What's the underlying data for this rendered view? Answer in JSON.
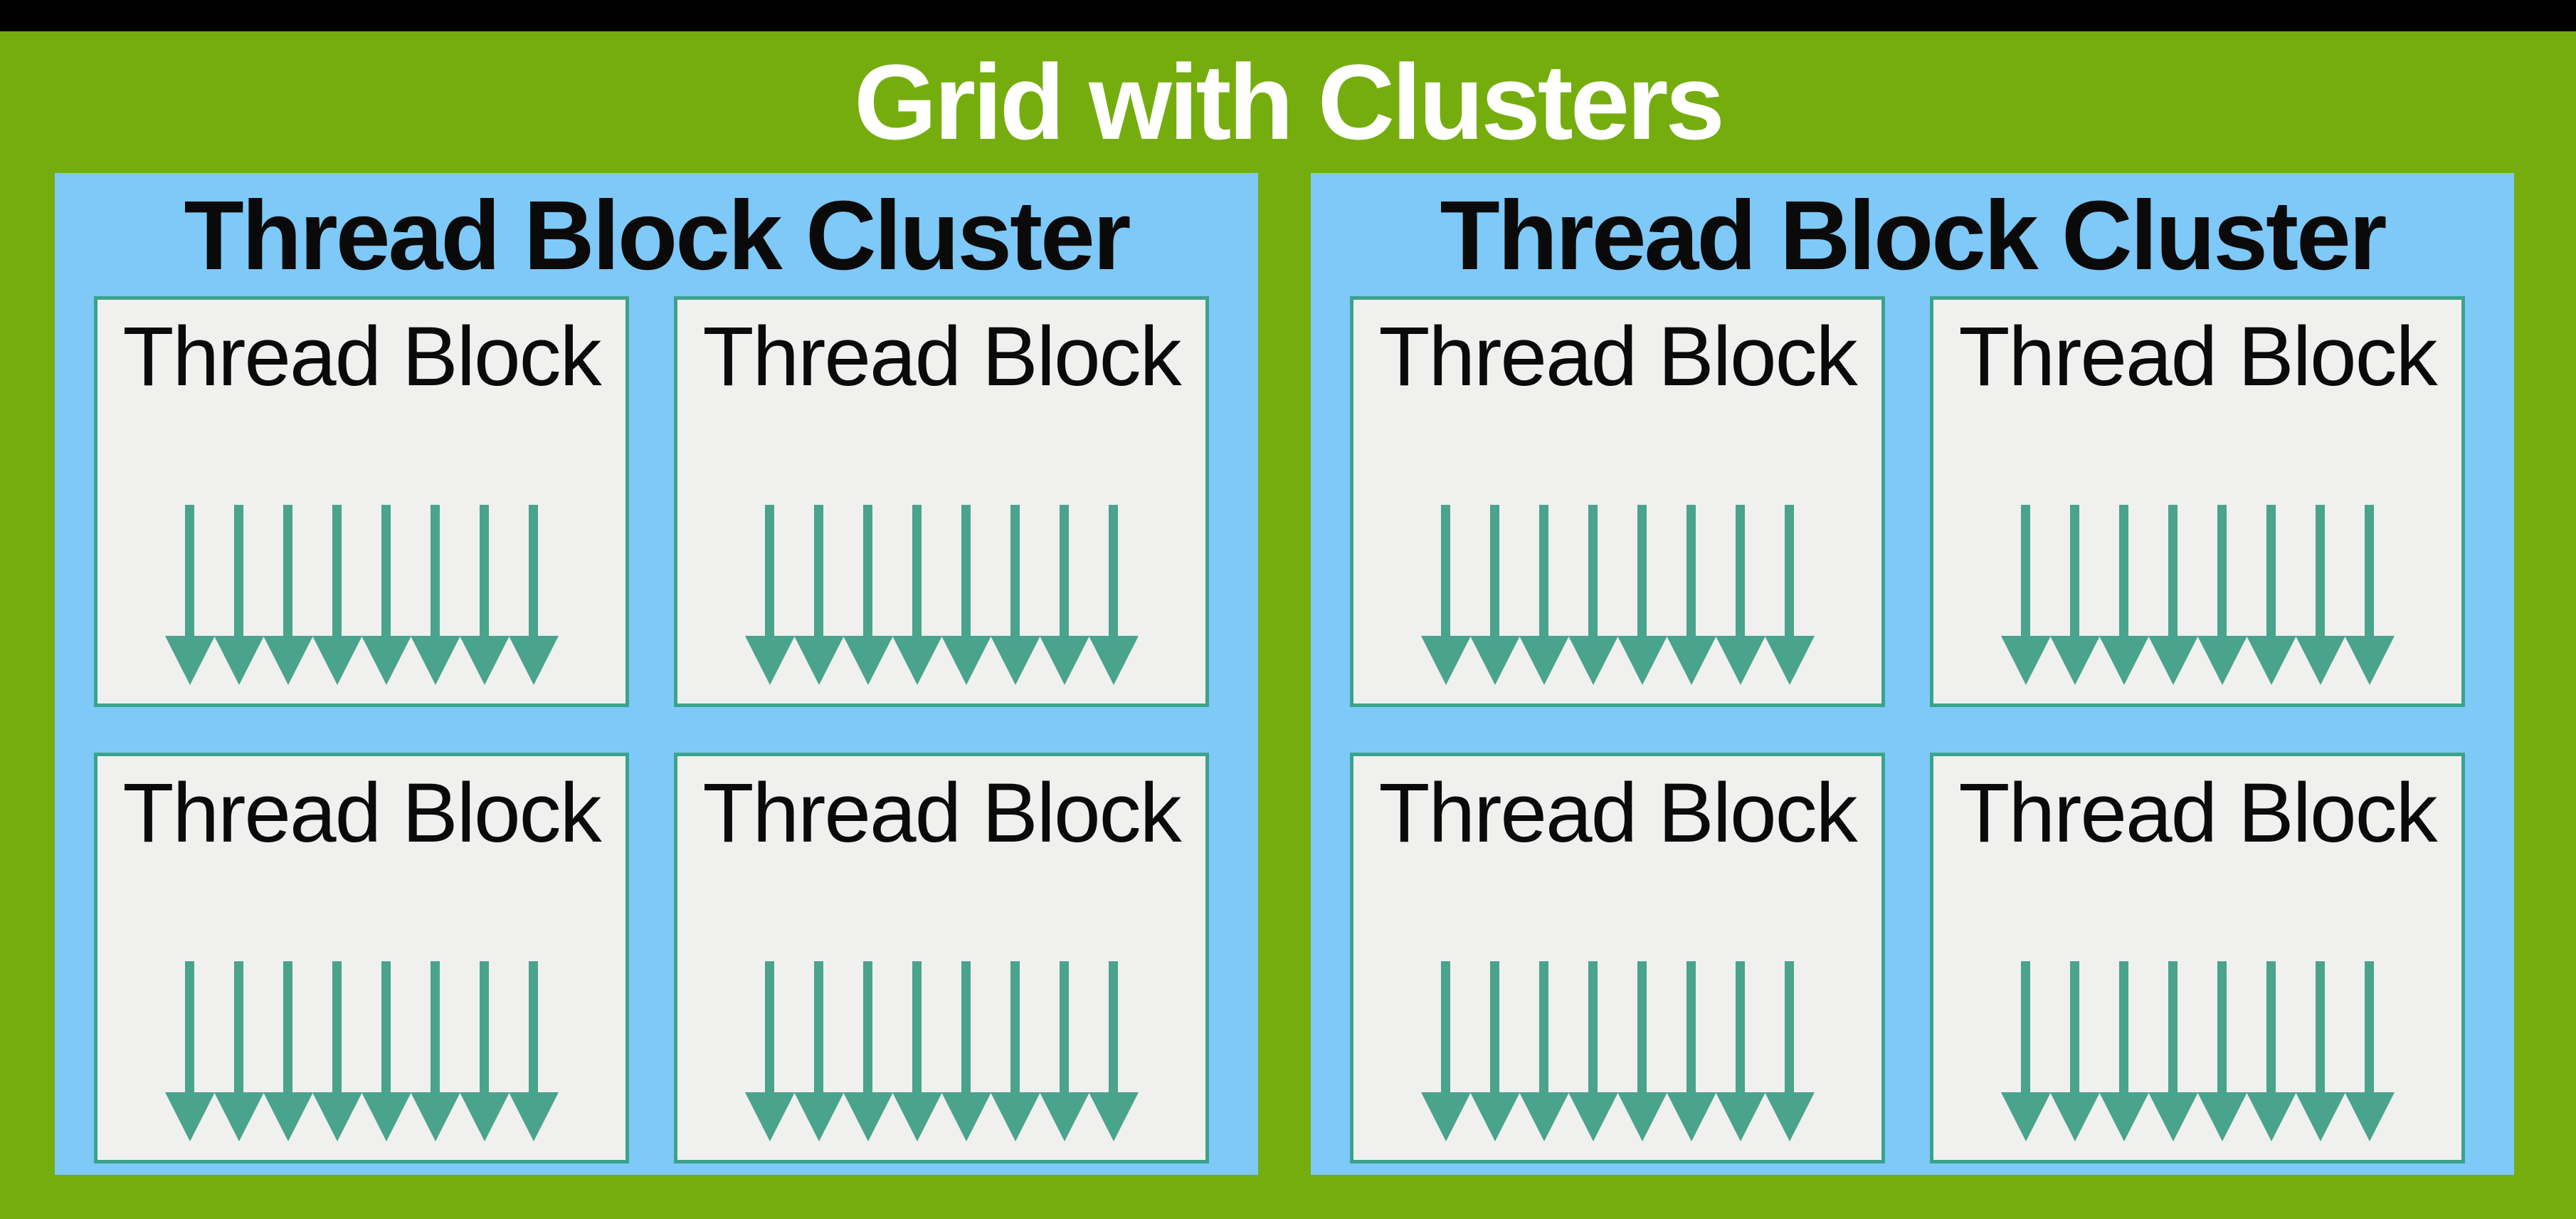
{
  "page": {
    "title": "Grid with Clusters"
  },
  "colors": {
    "background_green": "#75ad0f",
    "top_bar_black": "#000000",
    "cluster_blue": "#7ec9f8",
    "block_fill": "#f0f0ef",
    "block_border_teal": "#3ba38b",
    "arrow_teal": "#4aa38c",
    "title_text": "#ffffff",
    "label_text": "#0a0a0a"
  },
  "clusters": [
    {
      "title": "Thread Block Cluster",
      "blocks": [
        {
          "label": "Thread Block",
          "thread_arrows": 8
        },
        {
          "label": "Thread Block",
          "thread_arrows": 8
        },
        {
          "label": "Thread Block",
          "thread_arrows": 8
        },
        {
          "label": "Thread Block",
          "thread_arrows": 8
        }
      ]
    },
    {
      "title": "Thread Block Cluster",
      "blocks": [
        {
          "label": "Thread Block",
          "thread_arrows": 8
        },
        {
          "label": "Thread Block",
          "thread_arrows": 8
        },
        {
          "label": "Thread Block",
          "thread_arrows": 8
        },
        {
          "label": "Thread Block",
          "thread_arrows": 8
        }
      ]
    }
  ]
}
